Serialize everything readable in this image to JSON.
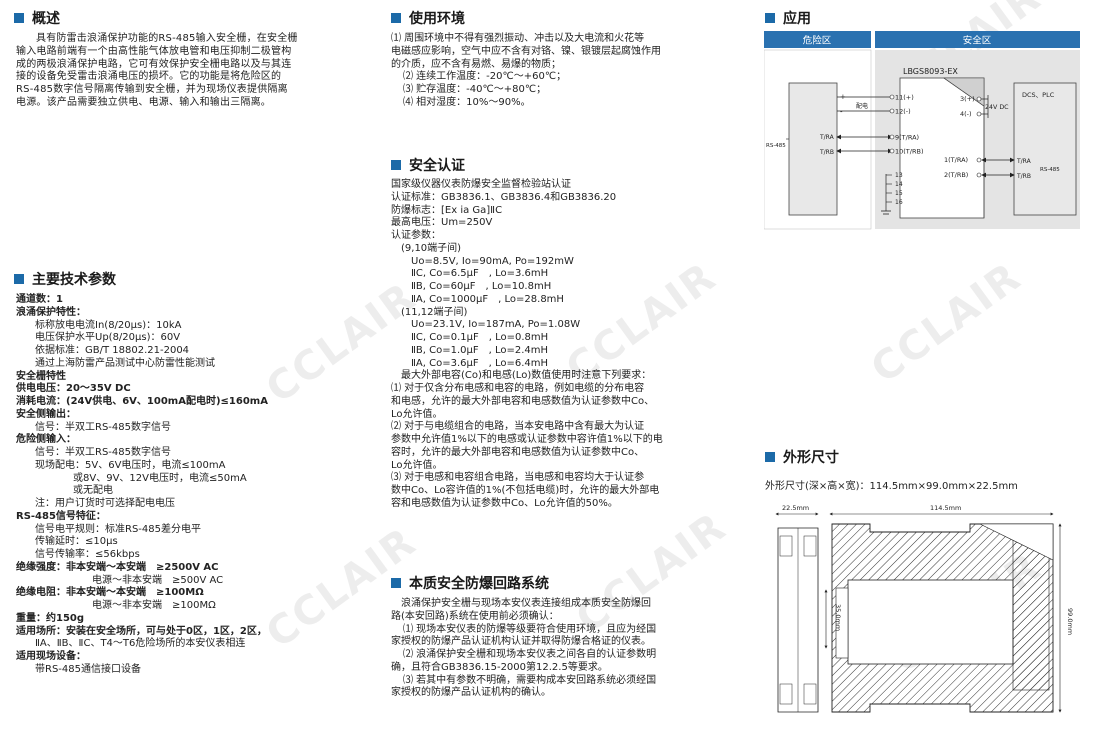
{
  "watermark": "CCLAIR",
  "overview": {
    "title": "概述",
    "lines": [
      "具有防雷击浪涌保护功能的RS-485输入安全栅，在安全栅",
      "输入电路前端有一个由高性能气体放电管和电压抑制二极管构",
      "成的两极浪涌保护电路，它可有效保护安全栅电路以及与其连",
      "接的设备免受雷击浪涌电压的损坏。它的功能是将危险区的",
      "RS-485数字信号隔离传输到安全栅，并为现场仪表提供隔离",
      "电源。该产品需要独立供电、电源、输入和输出三隔离。"
    ]
  },
  "specs": {
    "title": "主要技术参数",
    "lines": [
      {
        "t": "通道数：1",
        "b": true,
        "i": 0
      },
      {
        "t": "浪涌保护特性：",
        "b": true,
        "i": 0
      },
      {
        "t": "标称放电电流In(8/20μs)：10kA",
        "b": false,
        "i": 1
      },
      {
        "t": "电压保护水平Up(8/20μs)：60V",
        "b": false,
        "i": 1
      },
      {
        "t": "依据标准：GB/T 18802.21-2004",
        "b": false,
        "i": 1
      },
      {
        "t": "通过上海防雷产品测试中心防雷性能测试",
        "b": false,
        "i": 1
      },
      {
        "t": "安全栅特性",
        "b": true,
        "i": 0
      },
      {
        "t": "供电电压：20～35V DC",
        "b": true,
        "i": 0
      },
      {
        "t": "消耗电流：(24V供电、6V、100mA配电时)≤160mA",
        "b": true,
        "i": 0
      },
      {
        "t": "安全侧输出：",
        "b": true,
        "i": 0
      },
      {
        "t": "信号：半双工RS-485数字信号",
        "b": false,
        "i": 1
      },
      {
        "t": "危险侧输入：",
        "b": true,
        "i": 0
      },
      {
        "t": "信号：半双工RS-485数字信号",
        "b": false,
        "i": 1
      },
      {
        "t": "现场配电：5V、6V电压时，电流≤100mA",
        "b": false,
        "i": 1
      },
      {
        "t": "或8V、9V、12V电压时，电流≤50mA",
        "b": false,
        "i": 3
      },
      {
        "t": "或无配电",
        "b": false,
        "i": 3
      },
      {
        "t": "注：用户订货时可选择配电电压",
        "b": false,
        "i": 1
      },
      {
        "t": "RS-485信号特征：",
        "b": true,
        "i": 0
      },
      {
        "t": "信号电平规则：标准RS-485差分电平",
        "b": false,
        "i": 1
      },
      {
        "t": "传输延时：≤10μs",
        "b": false,
        "i": 1
      },
      {
        "t": "信号传输率：≤56kbps",
        "b": false,
        "i": 1
      },
      {
        "t": "绝缘强度：非本安端～本安端　≥2500V AC",
        "b": true,
        "i": 0
      },
      {
        "t": "电源～非本安端　≥500V AC",
        "b": false,
        "i": 4
      },
      {
        "t": "绝缘电阻：非本安端～本安端　≥100MΩ",
        "b": true,
        "i": 0
      },
      {
        "t": "电源～非本安端　≥100MΩ",
        "b": false,
        "i": 4
      },
      {
        "t": "重量：约150g",
        "b": true,
        "i": 0
      },
      {
        "t": "适用场所：安装在安全场所，可与处于0区，1区，2区，",
        "b": true,
        "i": 0
      },
      {
        "t": "ⅡA、ⅡB、ⅡC、T4～T6危险场所的本安仪表相连",
        "b": false,
        "i": 1
      },
      {
        "t": "适用现场设备：",
        "b": true,
        "i": 0
      },
      {
        "t": "带RS-485通信接口设备",
        "b": false,
        "i": 1
      }
    ]
  },
  "env": {
    "title": "使用环境",
    "lines": [
      "⑴ 周围环境中不得有强烈振动、冲击以及大电流和火花等",
      "电磁感应影响，空气中应不含有对铬、镍、银镀层起腐蚀作用",
      "的介质，应不含有易燃、易爆的物质；",
      "⑵ 连续工作温度：-20℃～+60℃；",
      "⑶ 贮存温度：-40℃～+80℃；",
      "⑷ 相对湿度：10%～90%。"
    ]
  },
  "cert": {
    "title": "安全认证",
    "lines": [
      {
        "t": "国家级仪器仪表防爆安全监督检验站认证",
        "i": 0
      },
      {
        "t": "认证标准：GB3836.1、GB3836.4和GB3836.20",
        "i": 0
      },
      {
        "t": "防爆标志：[Ex ia Ga]ⅡC",
        "i": 0
      },
      {
        "t": "最高电压：Um=250V",
        "i": 0
      },
      {
        "t": "认证参数：",
        "i": 0
      },
      {
        "t": "(9,10端子间)",
        "i": 1
      },
      {
        "t": "Uo=8.5V, Io=90mA, Po=192mW",
        "i": 2
      },
      {
        "t": "ⅡC, Co=6.5μF　, Lo=3.6mH",
        "i": 2
      },
      {
        "t": "ⅡB, Co=60μF　, Lo=10.8mH",
        "i": 2
      },
      {
        "t": "ⅡA, Co=1000μF　, Lo=28.8mH",
        "i": 2
      },
      {
        "t": "(11,12端子间)",
        "i": 1
      },
      {
        "t": "Uo=23.1V, Io=187mA, Po=1.08W",
        "i": 2
      },
      {
        "t": "ⅡC, Co=0.1μF　, Lo=0.8mH",
        "i": 2
      },
      {
        "t": "ⅡB, Co=1.0μF　, Lo=2.4mH",
        "i": 2
      },
      {
        "t": "ⅡA, Co=3.6μF　, Lo=6.4mH",
        "i": 2
      },
      {
        "t": "最大外部电容(Co)和电感(Lo)数值使用时注意下列要求：",
        "i": 1
      },
      {
        "t": "⑴ 对于仅含分布电感和电容的电路，例如电缆的分布电容",
        "i": 0
      },
      {
        "t": "和电感，允许的最大外部电容和电感数值为认证参数中Co、",
        "i": 0
      },
      {
        "t": "Lo允许值。",
        "i": 0
      },
      {
        "t": "⑵ 对于与电缆组合的电路，当本安电路中含有最大为认证",
        "i": 0
      },
      {
        "t": "参数中允许值1%以下的电感或认证参数中容许值1%以下的电",
        "i": 0
      },
      {
        "t": "容时，允许的最大外部电容和电感数值为认证参数中Co、",
        "i": 0
      },
      {
        "t": "Lo允许值。",
        "i": 0
      },
      {
        "t": "⑶ 对于电感和电容组合电路，当电感和电容均大于认证参",
        "i": 0
      },
      {
        "t": "数中Co、Lo容许值的1%(不包括电缆)时，允许的最大外部电",
        "i": 0
      },
      {
        "t": "容和电感数值为认证参数中Co、Lo允许值的50%。",
        "i": 0
      }
    ]
  },
  "loop": {
    "title": "本质安全防爆回路系统",
    "lines": [
      "浪涌保护安全栅与现场本安仪表连接组成本质安全防爆回",
      "路(本安回路)系统在使用前必须确认：",
      "⑴ 现场本安仪表的防爆等级要符合使用环境，且应为经国",
      "家授权的防爆产品认证机构认证并取得防爆合格证的仪表。",
      "⑵ 浪涌保护安全栅和现场本安仪表之间各自的认证参数明",
      "确，且符合GB3836.15-2000第12.2.5等要求。",
      "⑶ 若其中有参数不明确，需要构成本安回路系统必须经国",
      "家授权的防爆产品认证机构的确认。"
    ]
  },
  "app": {
    "title": "应用",
    "zone_hazard": "危险区",
    "zone_safe": "安全区",
    "model": "LBGS8093-EX",
    "dcs": "DCS、PLC",
    "peidian": "配电",
    "plus": "+",
    "minus": "-",
    "t11": "11(+)",
    "t12": "12(-)",
    "t9": "9(T/RA)",
    "t10": "10(T/RB)",
    "t3": "3(+)",
    "t4": "4(-)",
    "v24": "24V DC",
    "t1": "1(T/RA)",
    "t2": "2(T/RB)",
    "tra": "T/RA",
    "trb": "T/RB",
    "rs485": "RS-485",
    "n13": "13",
    "n14": "14",
    "n15": "15",
    "n16": "16"
  },
  "dims": {
    "title": "外形尺寸",
    "line": "外形尺寸(深×高×宽)：114.5mm×99.0mm×22.5mm",
    "w1": "22.5mm",
    "w2": "114.5mm",
    "h1": "35.0mm",
    "h2": "99.0mm"
  }
}
